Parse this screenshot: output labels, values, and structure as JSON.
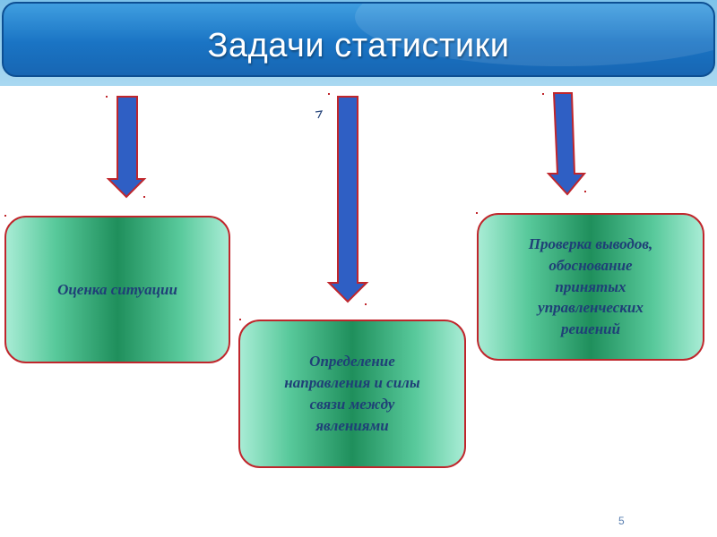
{
  "header": {
    "title": "Задачи статистики"
  },
  "tasks": [
    {
      "text": "Оценка ситуации"
    },
    {
      "text": "Определение\nнаправления и силы\nсвязи между\nявлениями"
    },
    {
      "text": "Проверка выводов,\nобоснование\nпринятых\nуправленческих\nрешений"
    }
  ],
  "page_number": "5",
  "colors": {
    "header": "#1a74c4",
    "arrow_fill": "#2f5fc4",
    "arrow_outline": "#c0262c",
    "box_center": "#1f8f5c",
    "box_edge": "#a8ecd5",
    "task_text": "#1f3f77"
  }
}
